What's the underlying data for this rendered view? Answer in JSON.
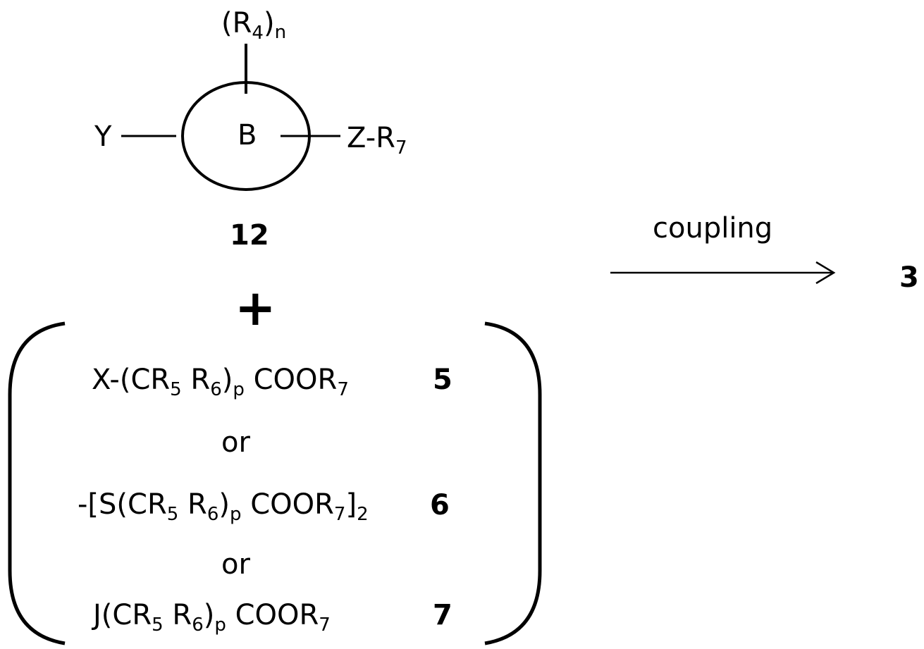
{
  "substituent_top": {
    "open": "(R",
    "sub_r": "4",
    "close": ")",
    "sub_n": "n"
  },
  "substituent_left": "Y",
  "ring_label": "B",
  "substituent_right": {
    "text": "Z-R",
    "sub": "7"
  },
  "compound_12": "12",
  "plus_sign": "+",
  "connector_or_1": "or",
  "connector_or_2": "or",
  "reagent_5": {
    "part1": "X-(CR",
    "sub1": "5",
    "part2": " R",
    "sub2": "6",
    "part3": ")",
    "sub3": "p",
    "part4": " COOR",
    "sub4": "7",
    "number": "5"
  },
  "reagent_6": {
    "part1": "-[S(CR",
    "sub1": "5",
    "part2": " R",
    "sub2": "6",
    "part3": ")",
    "sub3": "p",
    "part4": " COOR",
    "sub4": "7",
    "part5": "]",
    "sub5": "2",
    "number": "6"
  },
  "reagent_7": {
    "part1": "J(CR",
    "sub1": "5",
    "part2": " R",
    "sub2": "6",
    "part3": ")",
    "sub3": "p",
    "part4": " COOR",
    "sub4": "7",
    "number": "7"
  },
  "arrow_label": "coupling",
  "product": "3"
}
